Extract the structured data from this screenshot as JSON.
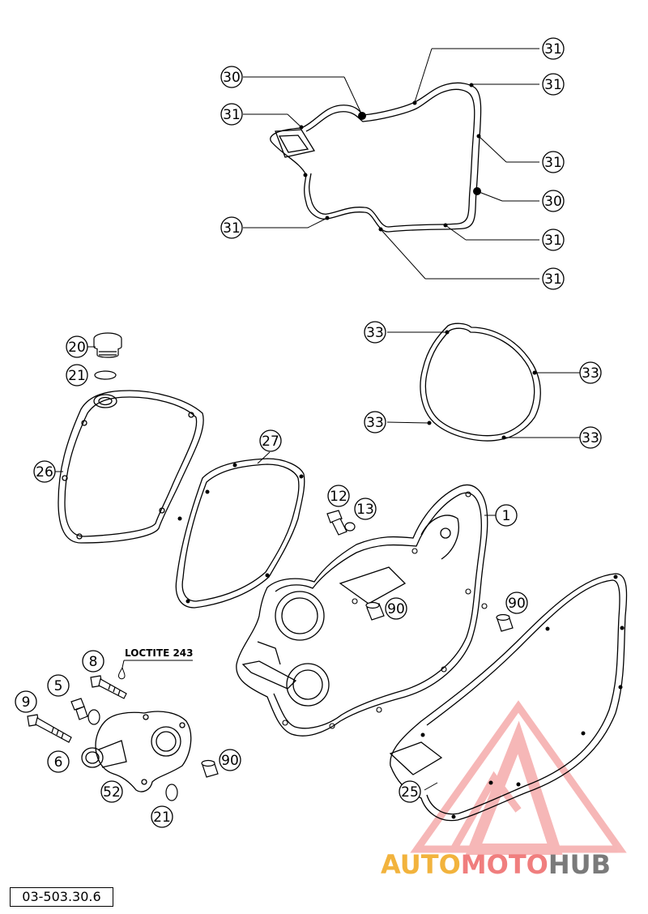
{
  "diagram": {
    "drawing_number": "03-503.30.6",
    "loctite_label": "LOCTITE 243",
    "callouts": [
      {
        "id": "c-31-a",
        "label": "31"
      },
      {
        "id": "c-30-a",
        "label": "30"
      },
      {
        "id": "c-31-b",
        "label": "31"
      },
      {
        "id": "c-31-c",
        "label": "31"
      },
      {
        "id": "c-31-d",
        "label": "31"
      },
      {
        "id": "c-30-b",
        "label": "30"
      },
      {
        "id": "c-31-e",
        "label": "31"
      },
      {
        "id": "c-31-f",
        "label": "31"
      },
      {
        "id": "c-31-g",
        "label": "31"
      },
      {
        "id": "c-33-a",
        "label": "33"
      },
      {
        "id": "c-33-b",
        "label": "33"
      },
      {
        "id": "c-33-c",
        "label": "33"
      },
      {
        "id": "c-33-d",
        "label": "33"
      },
      {
        "id": "c-20",
        "label": "20"
      },
      {
        "id": "c-21-a",
        "label": "21"
      },
      {
        "id": "c-26",
        "label": "26"
      },
      {
        "id": "c-27",
        "label": "27"
      },
      {
        "id": "c-12",
        "label": "12"
      },
      {
        "id": "c-13",
        "label": "13"
      },
      {
        "id": "c-1",
        "label": "1"
      },
      {
        "id": "c-90-a",
        "label": "90"
      },
      {
        "id": "c-90-b",
        "label": "90"
      },
      {
        "id": "c-8",
        "label": "8"
      },
      {
        "id": "c-5",
        "label": "5"
      },
      {
        "id": "c-9",
        "label": "9"
      },
      {
        "id": "c-6",
        "label": "6"
      },
      {
        "id": "c-52",
        "label": "52"
      },
      {
        "id": "c-90-c",
        "label": "90"
      },
      {
        "id": "c-21-b",
        "label": "21"
      },
      {
        "id": "c-25",
        "label": "25"
      }
    ]
  },
  "watermark": {
    "brand_part1": "AUTO",
    "brand_part2": "MOTO",
    "brand_part3": "HUB",
    "colors": {
      "yellow": "#f2b33d",
      "red": "#f07e7e",
      "gray": "#7a7a7a"
    }
  }
}
